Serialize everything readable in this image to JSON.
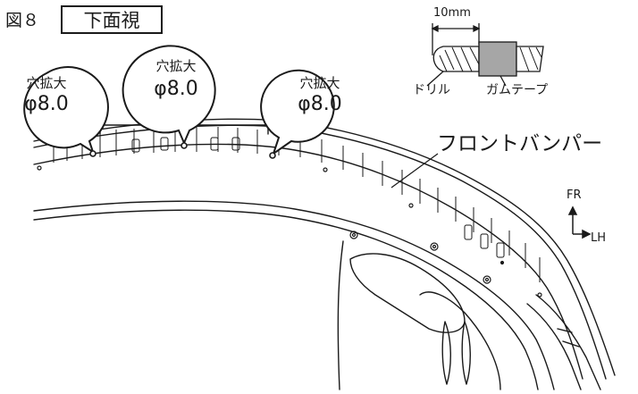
{
  "figure": {
    "number": "図８",
    "view_title": "下面視"
  },
  "callouts": [
    {
      "line1": "穴拡大",
      "line2": "φ8.0"
    },
    {
      "line1": "穴拡大",
      "line2": "φ8.0"
    },
    {
      "line1": "穴拡大",
      "line2": "φ8.0"
    }
  ],
  "inset": {
    "dimension": "10mm",
    "drill_label": "ドリル",
    "tape_label": "ガムテープ"
  },
  "part_label": "フロントバンパー",
  "orientation": {
    "forward": "FR",
    "side": "LH"
  },
  "colors": {
    "line": "#1a1a1a",
    "tape": "#a6a6a6",
    "background": "#ffffff"
  }
}
